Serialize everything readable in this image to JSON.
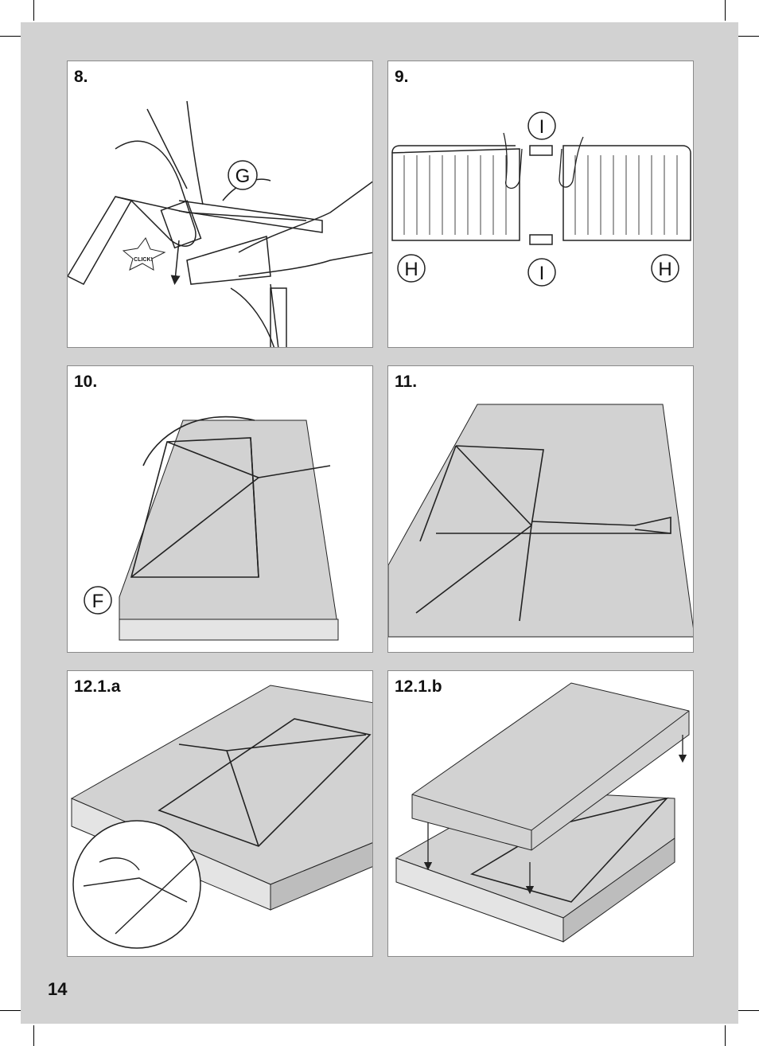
{
  "page_number": "14",
  "panels": [
    {
      "step": "8.",
      "callouts": [
        "G"
      ],
      "sound": "CLICK!"
    },
    {
      "step": "9.",
      "callouts": [
        "I",
        "I",
        "H",
        "H"
      ]
    },
    {
      "step": "10.",
      "callouts": [
        "F"
      ]
    },
    {
      "step": "11.",
      "callouts": []
    },
    {
      "step": "12.1.a",
      "callouts": []
    },
    {
      "step": "12.1.b",
      "callouts": []
    }
  ]
}
